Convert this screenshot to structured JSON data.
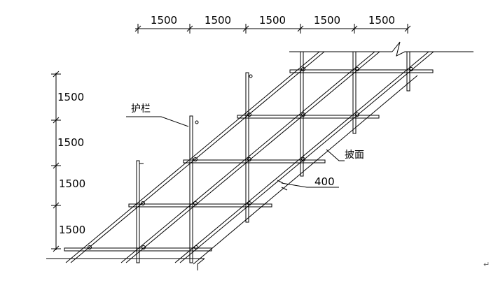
{
  "top_dimensions": [
    "1500",
    "1500",
    "1500",
    "1500",
    "1500"
  ],
  "left_dimensions": [
    "1500",
    "1500",
    "1500",
    "1500"
  ],
  "labels": {
    "guardrail": "护栏",
    "slope_face": "披面",
    "offset": "400"
  },
  "paragraph_mark": "↵"
}
